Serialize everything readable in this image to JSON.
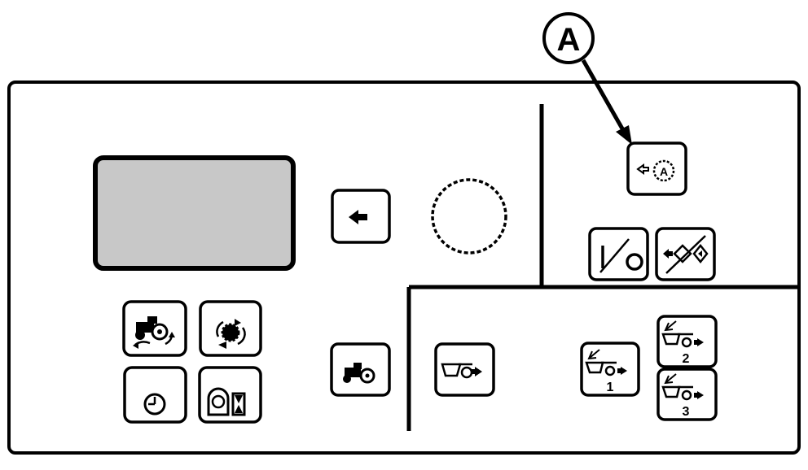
{
  "callout": {
    "letter": "A"
  },
  "buttons": {
    "preset_1_number": "1",
    "preset_2_number": "2",
    "preset_3_number": "3"
  },
  "colors": {
    "stroke": "#000000",
    "background": "#ffffff",
    "display_fill": "#c8c8c8"
  }
}
